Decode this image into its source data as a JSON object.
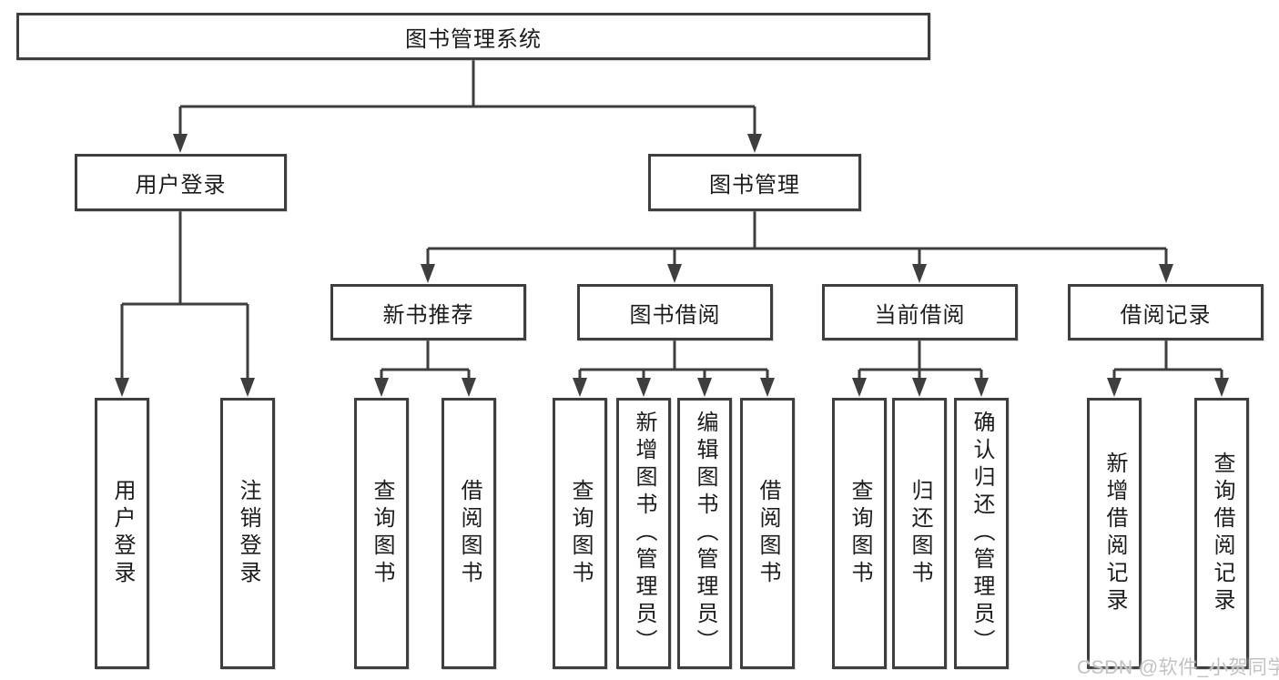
{
  "diagram": {
    "root": {
      "label": "图书管理系统"
    },
    "level2": {
      "user": {
        "label": "用户登录"
      },
      "book": {
        "label": "图书管理"
      }
    },
    "level3": {
      "newbook": {
        "label": "新书推荐"
      },
      "borrow": {
        "label": "图书借阅"
      },
      "current": {
        "label": "当前借阅"
      },
      "records": {
        "label": "借阅记录"
      }
    },
    "leaves": {
      "user": [
        {
          "label": "用户登录"
        },
        {
          "label": "注销登录"
        }
      ],
      "newbook": [
        {
          "label": "查询图书"
        },
        {
          "label": "借阅图书"
        }
      ],
      "borrow": [
        {
          "label": "查询图书"
        },
        {
          "label": "新增图书（管理员）"
        },
        {
          "label": "编辑图书（管理员）"
        },
        {
          "label": "借阅图书"
        }
      ],
      "current": [
        {
          "label": "查询图书"
        },
        {
          "label": "归还图书"
        },
        {
          "label": "确认归还（管理员）"
        }
      ],
      "records": [
        {
          "label": "新增借阅记录"
        },
        {
          "label": "查询借阅记录"
        }
      ]
    },
    "colors": {
      "line": "#3e3e3e",
      "text": "#1c1c1c",
      "box_background": "#ffffff",
      "watermark": "#c3c2c2"
    },
    "watermark": "CSDN @软件_小贺同学"
  }
}
